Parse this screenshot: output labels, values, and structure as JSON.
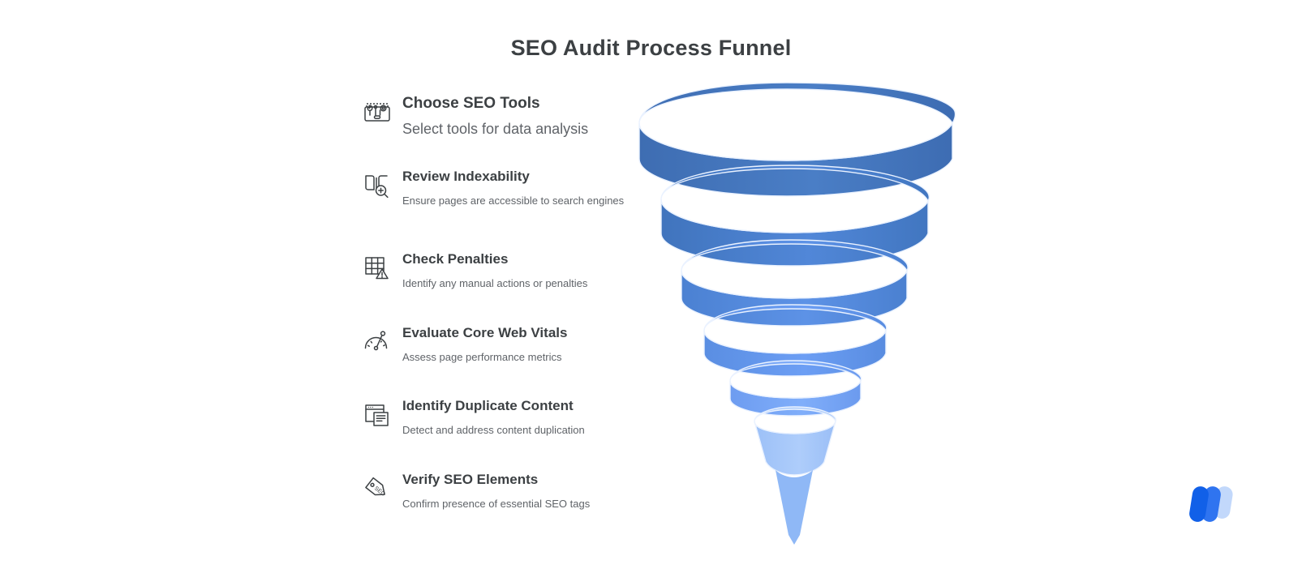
{
  "page": {
    "title": "SEO Audit Process Funnel",
    "background_color": "#ffffff",
    "heading_color": "#3c4043",
    "description_color": "#5f6368"
  },
  "steps": [
    {
      "icon": "toolbox-icon",
      "title": "Choose SEO Tools",
      "description": "Select tools for data analysis"
    },
    {
      "icon": "book-search-icon",
      "title": "Review Indexability",
      "description": "Ensure pages are accessible to search engines"
    },
    {
      "icon": "grid-warning-icon",
      "title": "Check Penalties",
      "description": "Identify any manual actions or penalties"
    },
    {
      "icon": "speedometer-icon",
      "title": "Evaluate Core Web Vitals",
      "description": "Assess page performance metrics"
    },
    {
      "icon": "duplicate-window-icon",
      "title": "Identify Duplicate Content",
      "description": "Detect and address content duplication"
    },
    {
      "icon": "seo-tag-icon",
      "title": "Verify SEO Elements",
      "description": "Confirm presence of essential SEO tags"
    }
  ],
  "funnel": {
    "name": "spiral-funnel-graphic",
    "type": "3d-spiral-funnel",
    "band_count": 6,
    "band_colors": [
      "#4071b8",
      "#4379c8",
      "#4a80d8",
      "#5a8eee",
      "#6f9df2",
      "#a8c8f8"
    ],
    "edge_color": "#eaf2ff"
  },
  "logo": {
    "name": "brand-logo",
    "colors": [
      "#1160e8",
      "#2f74f0",
      "#c2d8fb"
    ]
  }
}
